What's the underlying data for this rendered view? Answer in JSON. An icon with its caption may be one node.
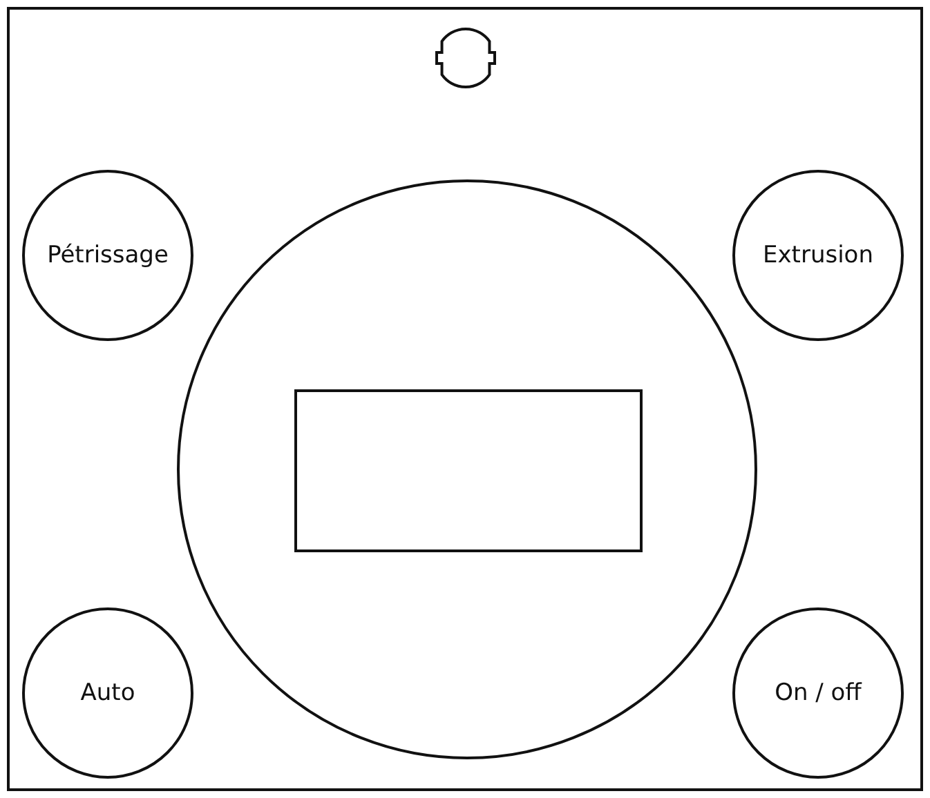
{
  "diagram": {
    "nodes": [
      {
        "text": [],
        "shape": "box"
      },
      {
        "text": [],
        "shape": "circle",
        "in": 0
      },
      {
        "text": [
          "Pétrissage"
        ],
        "in": 0
      },
      {
        "text": [
          "Extrusion"
        ],
        "in": 0
      },
      {
        "text": [],
        "shape": "circle",
        "in": 0
      },
      {
        "text": [],
        "shape": "box",
        "in": 4
      },
      {
        "text": [
          "Auto"
        ],
        "in": 0
      },
      {
        "text": [
          "On / off"
        ],
        "in": 0
      }
    ]
  }
}
